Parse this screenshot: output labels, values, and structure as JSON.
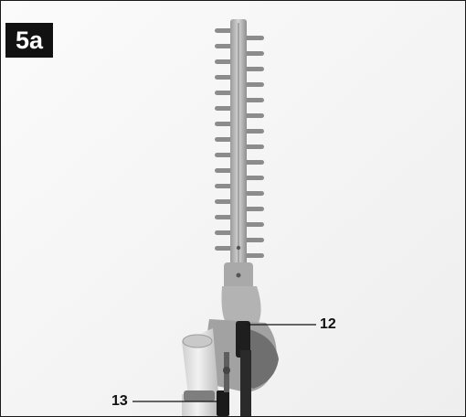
{
  "figure": {
    "label": "5a",
    "callouts": [
      {
        "number": "12"
      },
      {
        "number": "13"
      }
    ]
  }
}
